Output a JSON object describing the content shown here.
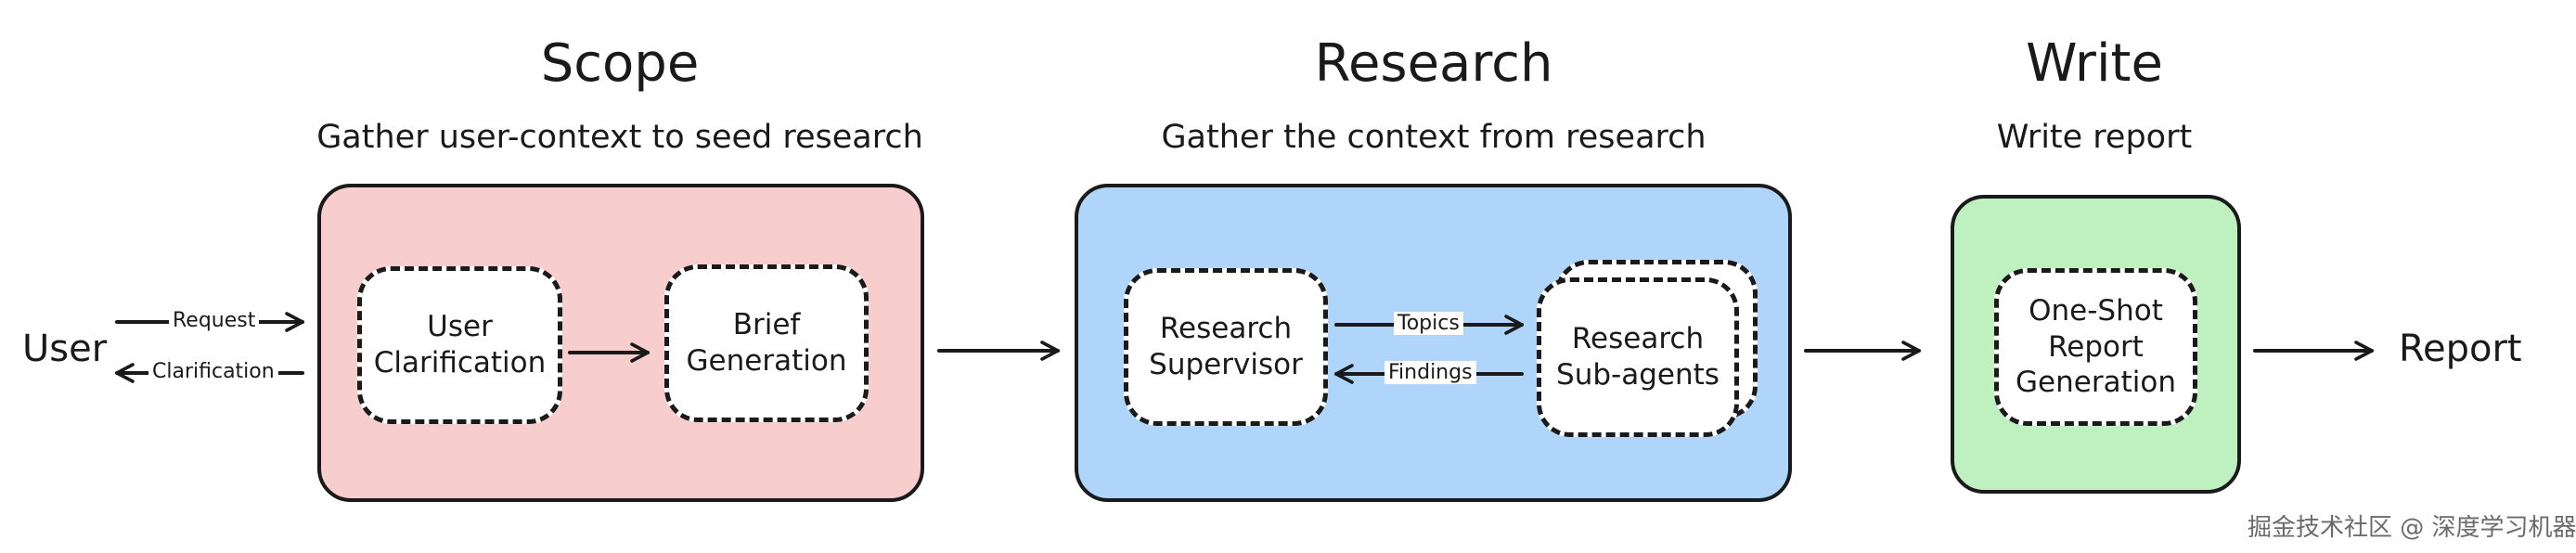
{
  "sections": {
    "scope": {
      "title": "Scope",
      "subtitle": "Gather user-context to seed research",
      "color": "#f8cdcd"
    },
    "research": {
      "title": "Research",
      "subtitle": "Gather the context from research",
      "color": "#afd5fb"
    },
    "write": {
      "title": "Write",
      "subtitle": "Write report",
      "color": "#bff0c0"
    }
  },
  "endpoints": {
    "user": "User",
    "report": "Report"
  },
  "nodes": {
    "user_clarification": "User\nClarification",
    "brief_generation": "Brief\nGeneration",
    "research_supervisor": "Research\nSupervisor",
    "research_subagents": "Research\nSub-agents",
    "one_shot_report": "One-Shot\nReport\nGeneration"
  },
  "edge_labels": {
    "request": "Request",
    "clarification": "Clarification",
    "topics": "Topics",
    "findings": "Findings"
  },
  "watermark": "掘金技术社区 @ 深度学习机器"
}
